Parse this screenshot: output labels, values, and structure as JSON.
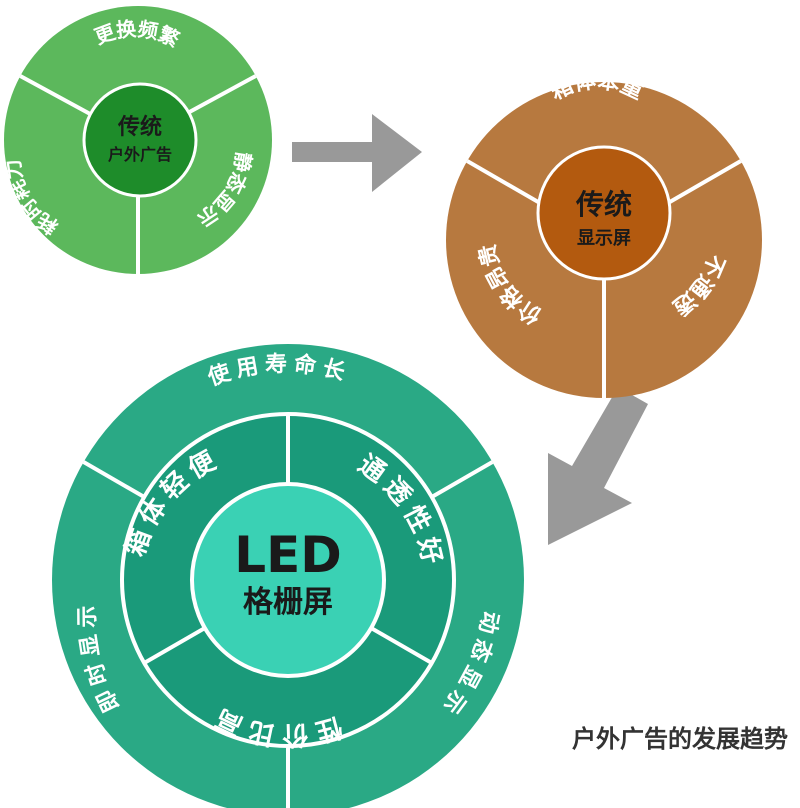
{
  "colors": {
    "traditional_ads_outer": "#5cb85c",
    "traditional_ads_center": "#1e8c2a",
    "traditional_display_outer": "#b7793f",
    "traditional_display_center": "#b35a0f",
    "led_outer": "#2aa985",
    "led_middle": "#1a9a7a",
    "led_center": "#3ad1b4",
    "arrow": "#999999",
    "divider": "#ffffff"
  },
  "traditional_ads": {
    "center_title": "传统",
    "center_subtitle": "户外广告",
    "segments": [
      "更换频繁",
      "静态显示",
      "耗时耗力"
    ]
  },
  "traditional_display": {
    "center_title": "传统",
    "center_subtitle": "显示屏",
    "segments": [
      "箱体笨重",
      "不通透",
      "价格昂贵"
    ]
  },
  "led_grille": {
    "center_title": "LED",
    "center_subtitle": "格栅屏",
    "inner_segments": [
      "箱体轻便",
      "通透性好",
      "性价比高"
    ],
    "outer_segments": [
      "使用寿命长",
      "动态显示",
      "即时显示"
    ]
  },
  "caption": "户外广告的发展趋势"
}
